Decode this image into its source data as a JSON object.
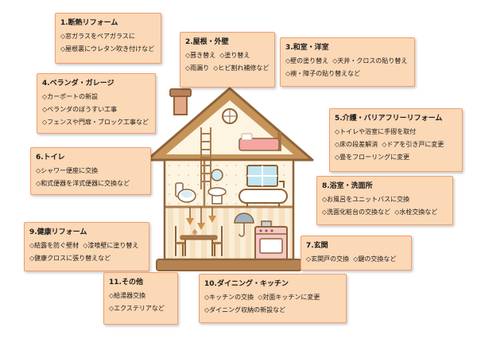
{
  "colors": {
    "note_background": "#fbd8b6",
    "note_border": "#ef9f6e",
    "roof": "#c69459",
    "roof_outline": "#8f6238",
    "wall": "#fdf4e2",
    "base": "#b58352",
    "bed_blanket": "#f4a7a2",
    "window_glass": "#c2e6f0",
    "kitchen_pink": "#f6c9c6"
  },
  "boxes": [
    {
      "num": "1",
      "title": "1.断熱リフォーム",
      "lines": [
        "◇窓ガラスをペアガラスに",
        "◇屋根裏にウレタン吹き付けなど"
      ]
    },
    {
      "num": "2",
      "title": "2.屋根・外壁",
      "lines": [
        "◇葺き替え  ◇塗り替え",
        "◇雨漏り  ◇ヒビ割れ補修など"
      ]
    },
    {
      "num": "3",
      "title": "3.和室・洋室",
      "lines": [
        "◇壁の塗り替え  ◇天井・クロスの貼り替え",
        "◇襖・障子の貼り替えなど"
      ]
    },
    {
      "num": "4",
      "title": "4.ベランダ・ガレージ",
      "lines": [
        "◇カーポートの新設",
        "◇ベランダのぼうすい工事",
        "◇フェンスや門扉・ブロック工事など"
      ]
    },
    {
      "num": "5",
      "title": "5.介護・バリアフリーリフォーム",
      "lines": [
        "◇トイレや浴室に手摺を取付",
        "◇床の段差解消  ◇ドアを引き戸に変更",
        "◇畳をフローリングに変更"
      ]
    },
    {
      "num": "6",
      "title": "6.トイレ",
      "lines": [
        "◇シャワー便座に交換",
        "◇和式便器を洋式便器に交換など"
      ]
    },
    {
      "num": "7",
      "title": "7.玄関",
      "lines": [
        "◇玄関戸の交換  ◇鍵の交換など"
      ]
    },
    {
      "num": "8",
      "title": "8.浴室・洗面所",
      "lines": [
        "◇お風呂をユニットバスに交換",
        "◇洗面化粧台の交換など  ◇水栓交換など"
      ]
    },
    {
      "num": "9",
      "title": "9.健康リフォーム",
      "lines": [
        "◇結露を防ぐ壁材  ◇漆喰壁に塗り替え",
        "◇健康クロスに張り替えなど"
      ]
    },
    {
      "num": "10",
      "title": "10.ダイニング・キッチン",
      "lines": [
        "◇キッチンの交換  ◇対面キッチンに変更",
        "◇ダイニング収納の新設など"
      ]
    },
    {
      "num": "11",
      "title": "11.その他",
      "lines": [
        "◇給湯器交換",
        "◇エクステリアなど"
      ]
    }
  ],
  "house": {
    "parts": [
      "chimney",
      "roof",
      "gable-round-window",
      "attic-bed",
      "ladder",
      "toilet",
      "washbasin",
      "bathroom-window",
      "bathtub",
      "pendant-lights",
      "dining-table",
      "umbrella",
      "kitchen-stove",
      "base"
    ]
  }
}
